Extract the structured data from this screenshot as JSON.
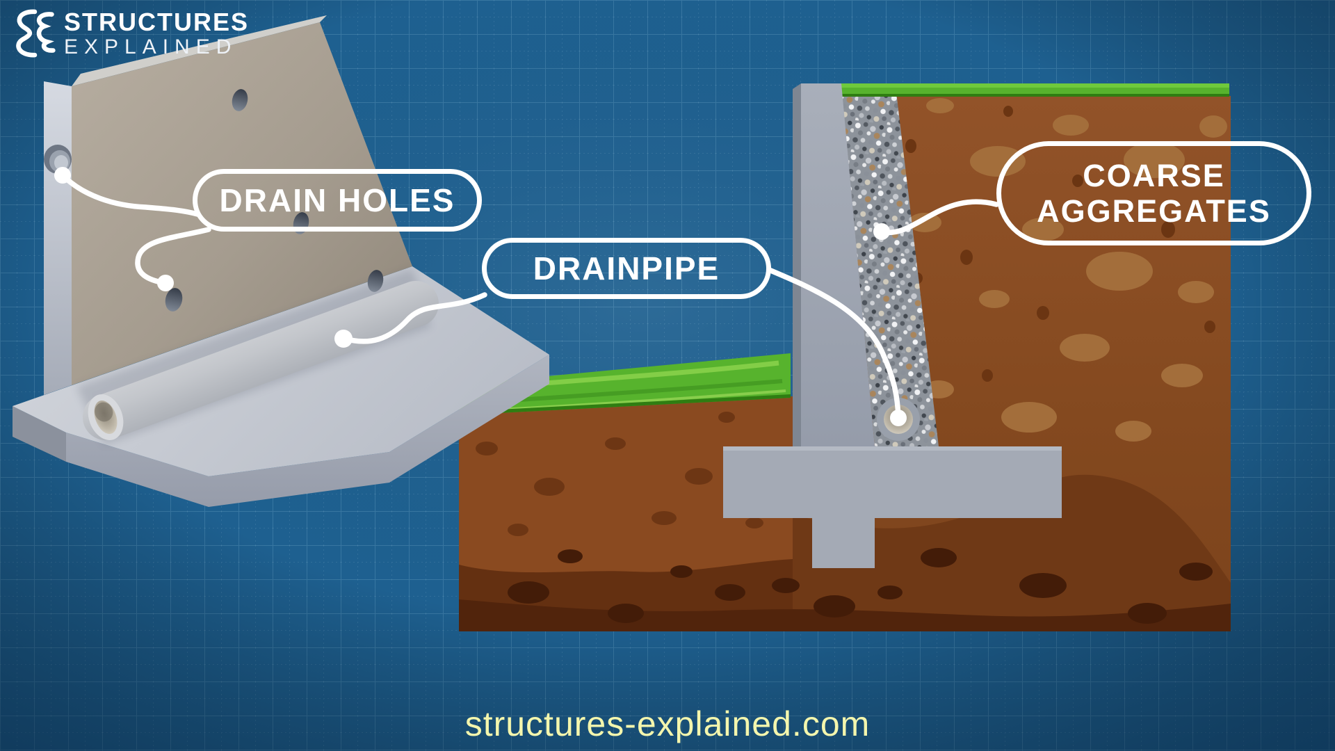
{
  "logo": {
    "monogram_icon": "se-monogram-icon",
    "line1": "STRUCTURES",
    "line2": "EXPLAINED"
  },
  "labels": {
    "drain_holes": "DRAIN HOLES",
    "drainpipe": "DRAINPIPE",
    "coarse_aggregates_line1": "COARSE",
    "coarse_aggregates_line2": "AGGREGATES"
  },
  "footer": {
    "website": "structures-explained.com"
  },
  "colors": {
    "background_blue": "#1e6090",
    "blueprint_grid": "#9fd0ec",
    "callout_white": "#ffffff",
    "url_yellow": "#f4f6ad",
    "concrete_warm": "#a89f93",
    "concrete_cool": "#a2a9b4",
    "soil_brown": "#8a4e24",
    "soil_dark": "#51240c",
    "grass_green": "#57b32d",
    "gravel_gray": "#8d939b"
  }
}
